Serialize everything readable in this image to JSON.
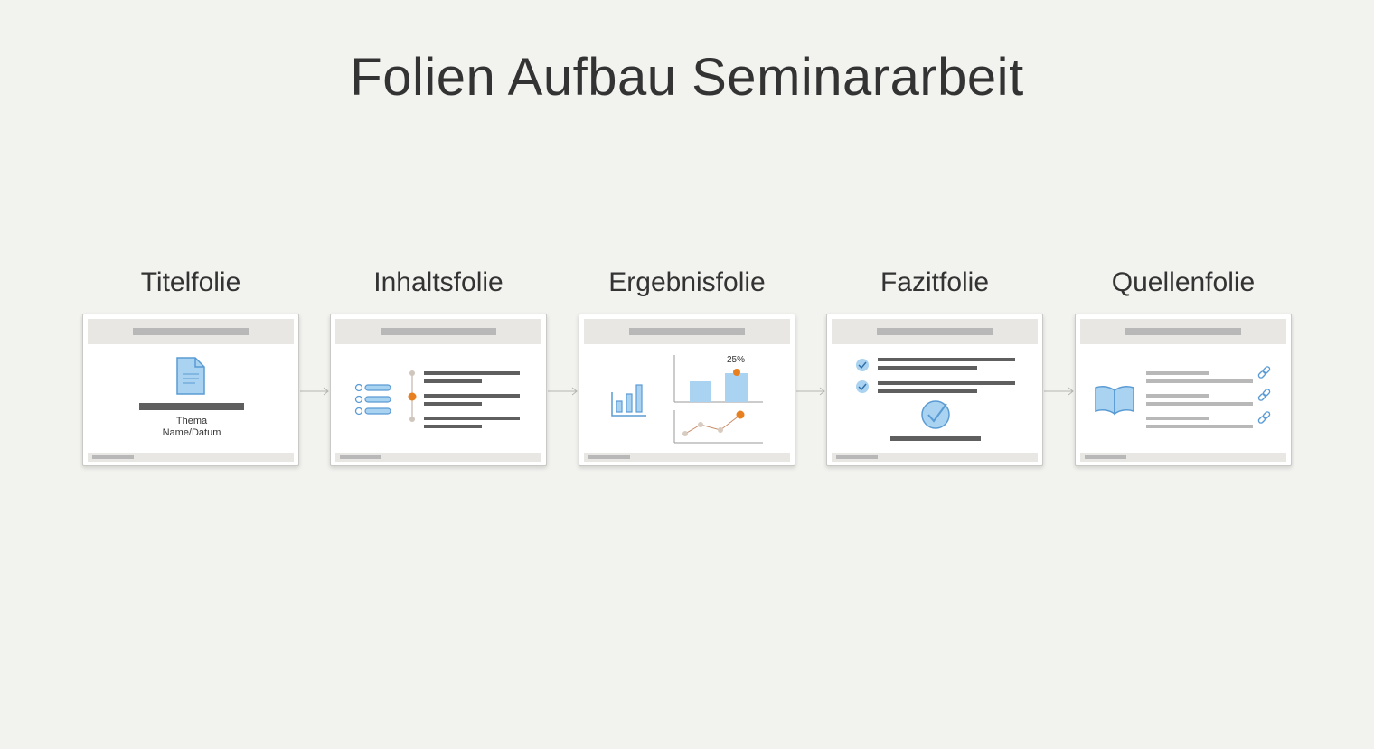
{
  "title": "Folien Aufbau Seminararbeit",
  "slides": [
    {
      "label": "Titelfolie",
      "icon": "document-icon",
      "lines": [
        "Thema",
        "Name/Datum"
      ]
    },
    {
      "label": "Inhaltsfolie",
      "icon": "list-icon"
    },
    {
      "label": "Ergebnisfolie",
      "icon": "bar-chart-icon",
      "bar_chart": {
        "annotation": "25%"
      }
    },
    {
      "label": "Fazitfolie",
      "icon": "check-circle-icon"
    },
    {
      "label": "Quellenfolie",
      "icon": "book-icon",
      "link_icon": "link-icon"
    }
  ],
  "colors": {
    "background": "#f2f2ef",
    "accent_blue": "#5a9bd4",
    "accent_blue_fill": "#a9d3f0",
    "accent_orange": "#e8801f",
    "bar_dark": "#5f5f5f",
    "bar_light": "#b8b8b8",
    "header_band": "#e8e7e3"
  }
}
